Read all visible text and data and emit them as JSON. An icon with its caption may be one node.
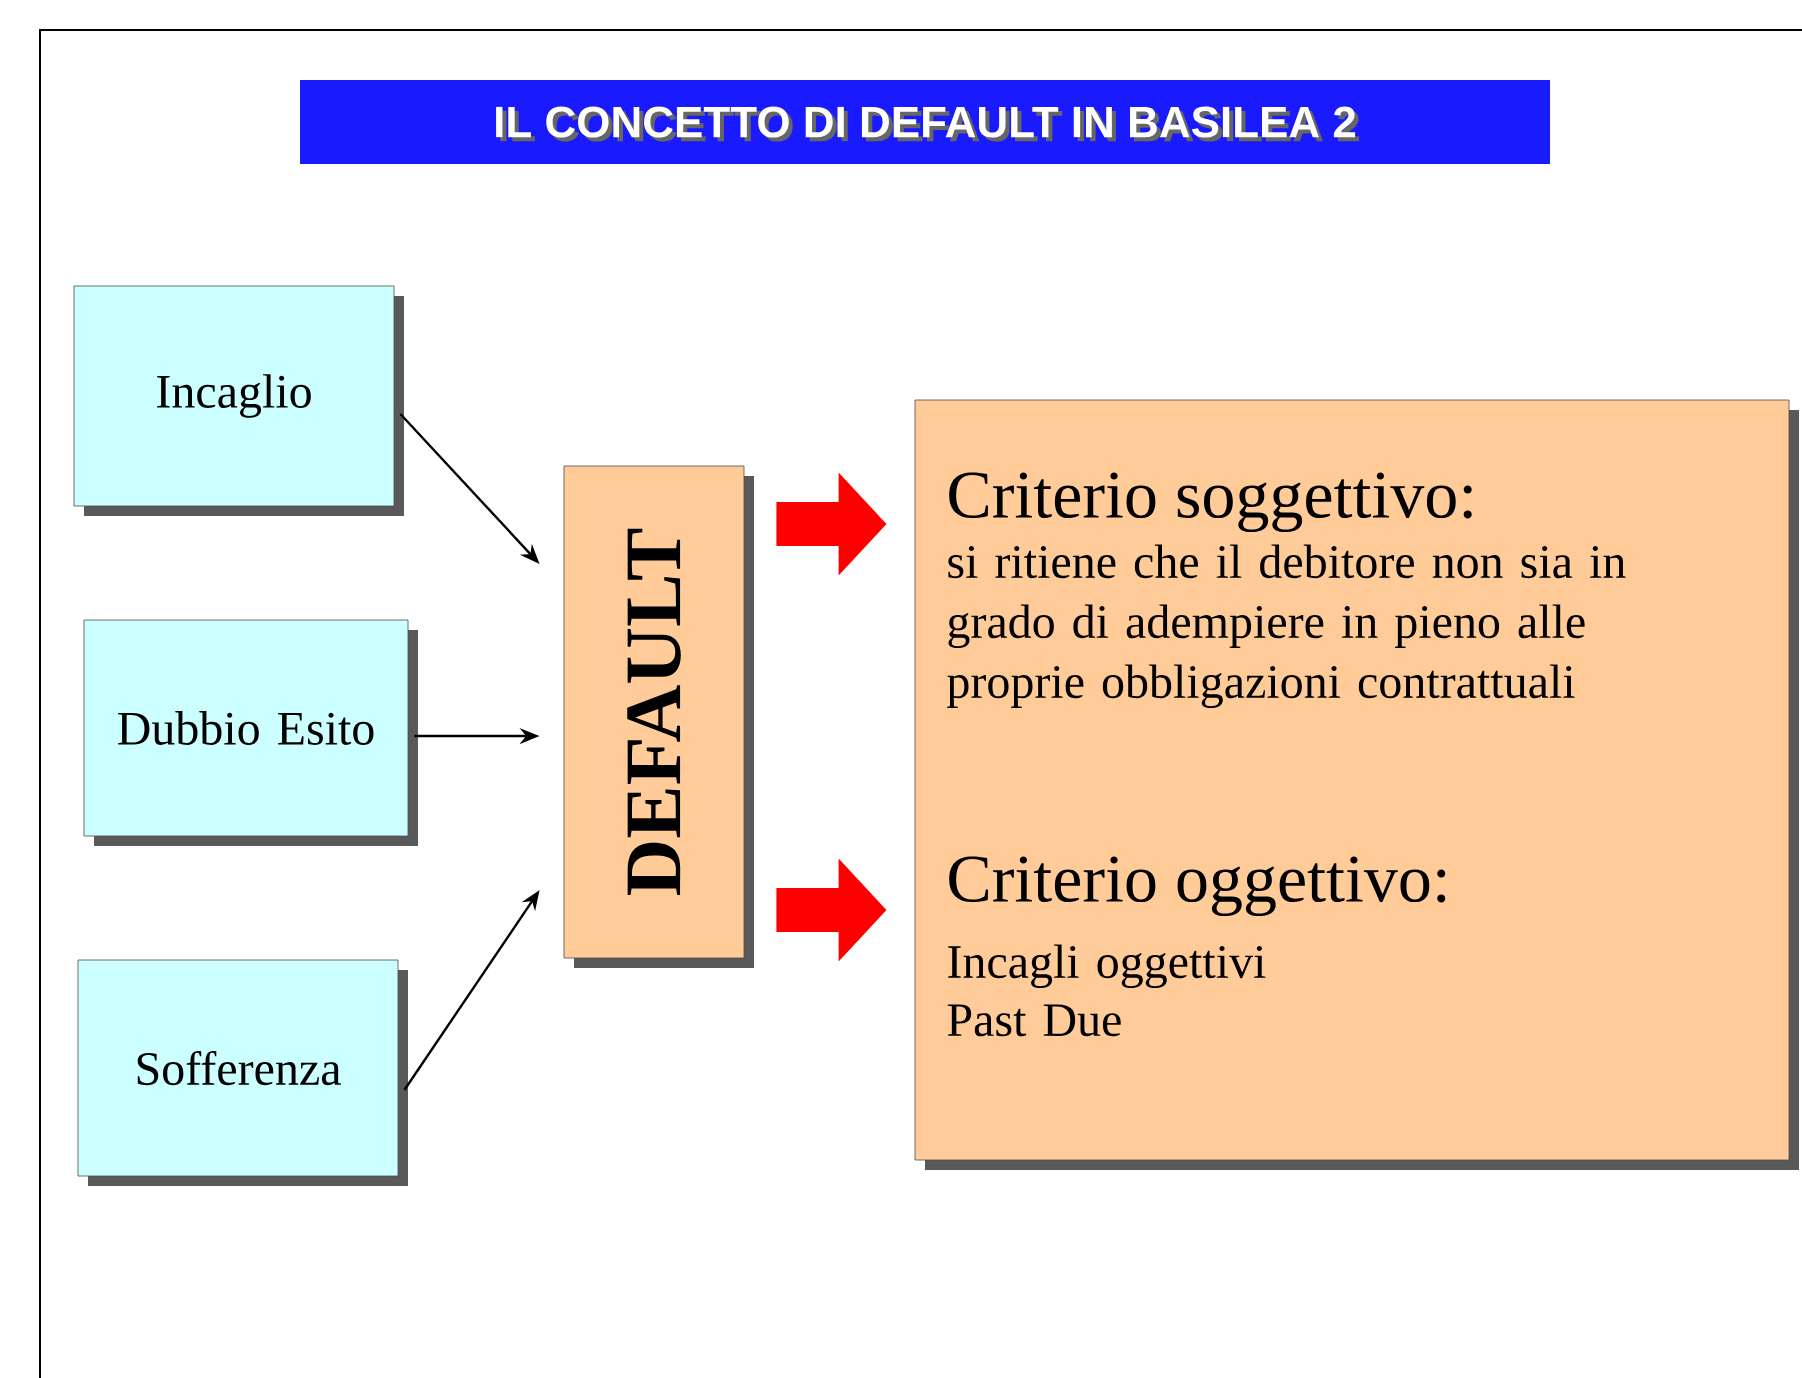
{
  "diagram": {
    "title": "IL CONCETTO DI DEFAULT IN BASILEA 2",
    "nodes": [
      {
        "text": [
          "Incaglio"
        ]
      },
      {
        "text": [
          "Dubbio Esito"
        ]
      },
      {
        "text": [
          "Sofferenza"
        ]
      },
      {
        "text": [
          "DEFAULT"
        ]
      },
      {
        "text": [
          "Criterio soggettivo:",
          "si ritiene che il debitore non sia in grado di adempiere in pieno alle proprie obbligazioni contrattuali",
          "Criterio oggettivo:",
          "Incagli oggettivi",
          "Past Due"
        ]
      }
    ],
    "edges": [
      {
        "from": 0,
        "to": 3,
        "arrow": "to"
      },
      {
        "from": 1,
        "to": 3,
        "arrow": "to"
      },
      {
        "from": 2,
        "to": 3,
        "arrow": "to"
      },
      {
        "from": 3,
        "to": 4,
        "arrow": "to",
        "style": "thick",
        "color": "#ff0000"
      },
      {
        "from": 3,
        "to": 4,
        "arrow": "to",
        "style": "thick",
        "color": "#ff0000"
      }
    ]
  }
}
